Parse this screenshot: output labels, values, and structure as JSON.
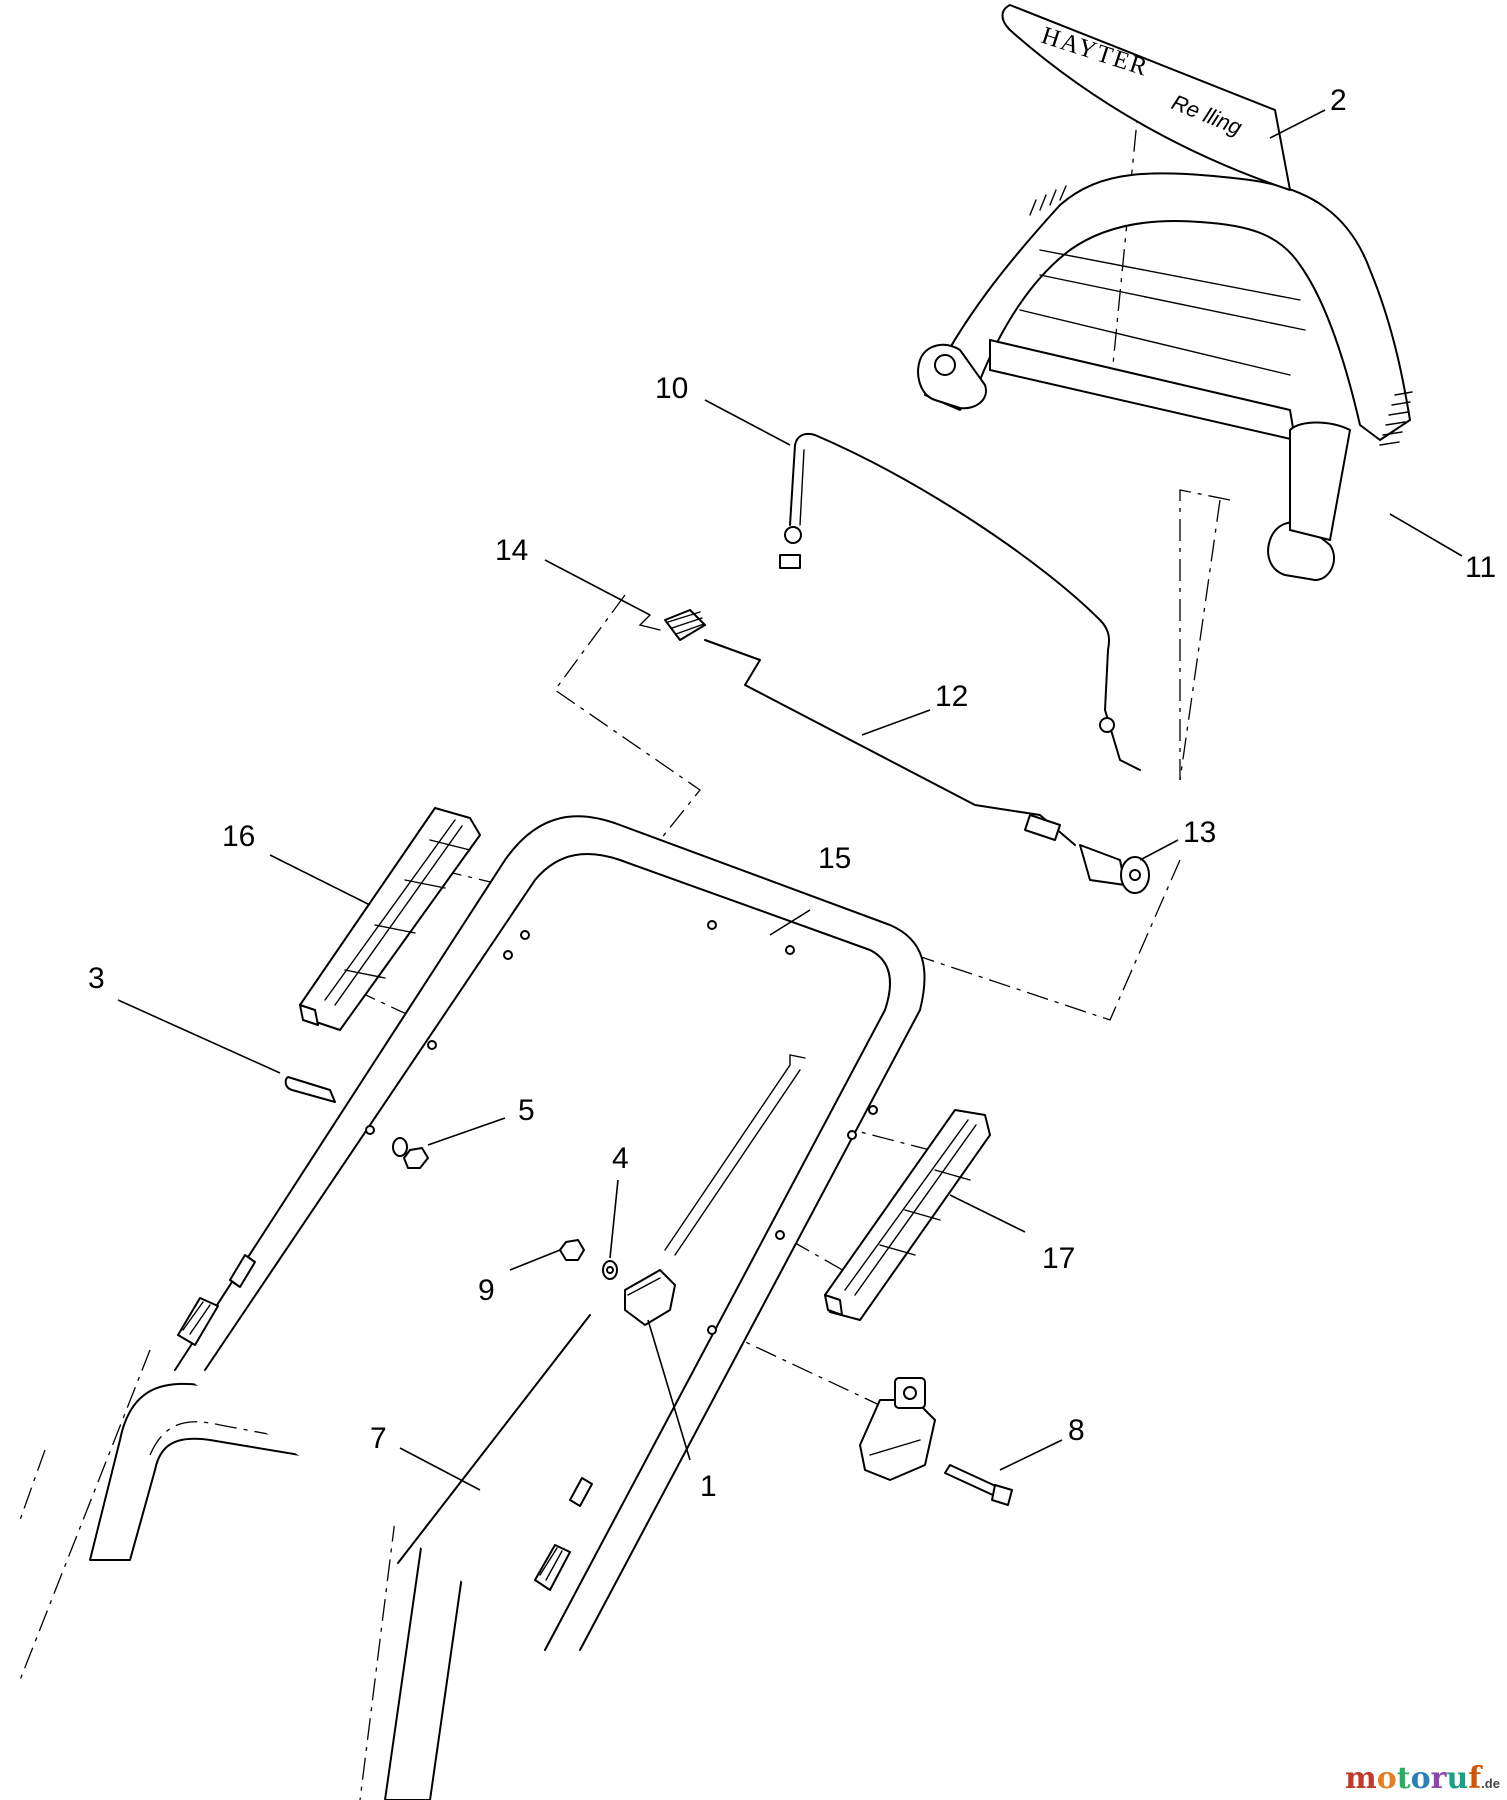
{
  "callouts": [
    {
      "id": "1",
      "label": "1"
    },
    {
      "id": "2",
      "label": "2"
    },
    {
      "id": "3",
      "label": "3"
    },
    {
      "id": "4",
      "label": "4"
    },
    {
      "id": "5",
      "label": "5"
    },
    {
      "id": "7",
      "label": "7"
    },
    {
      "id": "8",
      "label": "8"
    },
    {
      "id": "9",
      "label": "9"
    },
    {
      "id": "10",
      "label": "10"
    },
    {
      "id": "11",
      "label": "11"
    },
    {
      "id": "12",
      "label": "12"
    },
    {
      "id": "13",
      "label": "13"
    },
    {
      "id": "14",
      "label": "14"
    },
    {
      "id": "15",
      "label": "15"
    },
    {
      "id": "16",
      "label": "16"
    },
    {
      "id": "17",
      "label": "17"
    }
  ],
  "decal": {
    "brand": "HAYTER",
    "model": "Re lling"
  },
  "watermark": {
    "name": "motoruf",
    "suffix": ".de"
  },
  "colors": {
    "line": "#000000",
    "background": "#ffffff"
  }
}
